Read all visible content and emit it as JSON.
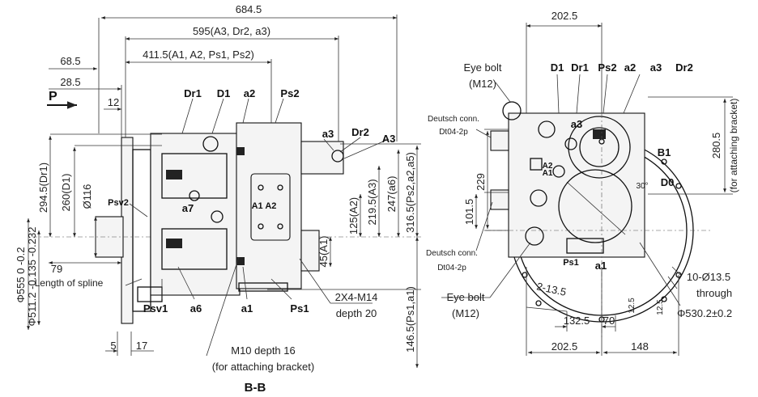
{
  "left": {
    "p_label": "P",
    "section": "B-B",
    "dims": {
      "overall": "684.5",
      "d595": "595(A3, Dr2, a3)",
      "d411": "411.5(A1, A2, Ps1, Ps2)",
      "d68_5": "68.5",
      "d28_5": "28.5",
      "d12": "12",
      "d294": "294.5(Dr1)",
      "d260": "260(D1)",
      "phi116": "Ø116",
      "phi555": "Φ555 0 -0.2",
      "phi511": "Φ511.2 -0.135 -0.232",
      "d79": "79",
      "d5": "5",
      "d17": "17",
      "d316": "316.5(Ps2,a2,a5)",
      "d247": "247(a6)",
      "d219": "219.5(A3)",
      "d125": "125(A2)",
      "d45": "45(A1)",
      "d146": "146.5(Ps1,a1)"
    },
    "ports": {
      "dr1": "Dr1",
      "d1": "D1",
      "a2": "a2",
      "ps2": "Ps2",
      "a3": "a3",
      "dr2": "Dr2",
      "a3b": "A3",
      "psv2": "Psv2",
      "a7": "a7",
      "a1a2": "A1 A2",
      "psv1": "Psv1",
      "a6": "a6",
      "a1": "a1",
      "ps1": "Ps1"
    },
    "notes": {
      "m14": "2X4-M14",
      "depth20": "depth 20",
      "m10": "M10 depth 16",
      "bracket": "(for attaching bracket)",
      "spline": "Length of spline"
    }
  },
  "right": {
    "eye_bolt": "Eye bolt",
    "m12": "(M12)",
    "deutsch": "Deutsch conn.",
    "dt04": "Dt04-2p",
    "angle": "30°",
    "holes": "10-Ø13.5",
    "through": "through",
    "bracket": "(for attaching bracket)",
    "ports": {
      "d1": "D1",
      "dr1": "Dr1",
      "ps2": "Ps2",
      "a2": "a2",
      "a3": "a3",
      "dr2": "Dr2",
      "a2s": "A2",
      "a1s": "A1",
      "b1": "B1",
      "d0": "D0",
      "ps1": "Ps1",
      "a1": "a1"
    },
    "dims": {
      "d202top": "202.5",
      "d202bot": "202.5",
      "d148": "148",
      "d132": "132.5",
      "d70": "70",
      "d2_13": "2-13.5",
      "phi530": "Φ530.2±0.2",
      "d229": "229",
      "d101": "101.5",
      "d280": "280.5",
      "d12_5": "12.5"
    }
  }
}
